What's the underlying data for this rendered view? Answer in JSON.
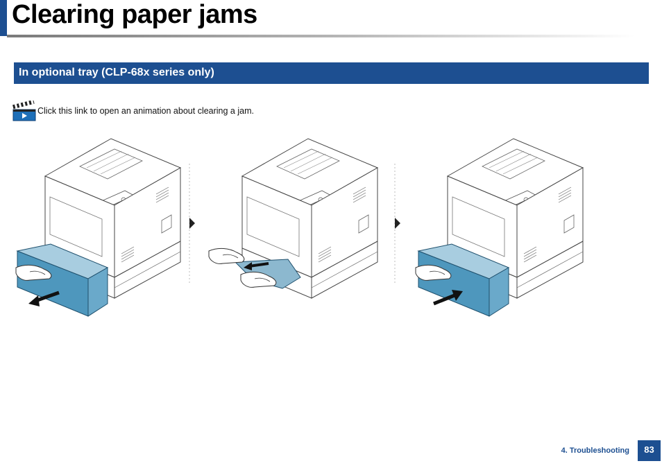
{
  "header": {
    "title": "Clearing paper jams"
  },
  "section": {
    "heading": "In optional tray (CLP-68x series only)"
  },
  "animation_link": {
    "text": "Click this link to open an animation about clearing a jam.",
    "icon": "clapperboard-play-icon"
  },
  "illustrations": {
    "steps": [
      {
        "icon": "printer-pull-out-tray-illustration"
      },
      {
        "icon": "printer-remove-jammed-paper-illustration"
      },
      {
        "icon": "printer-insert-tray-illustration"
      }
    ]
  },
  "footer": {
    "chapter": "4. Troubleshooting",
    "page_number": "83"
  },
  "colors": {
    "accent": "#1d4f91",
    "tray": "#4e97bd"
  }
}
